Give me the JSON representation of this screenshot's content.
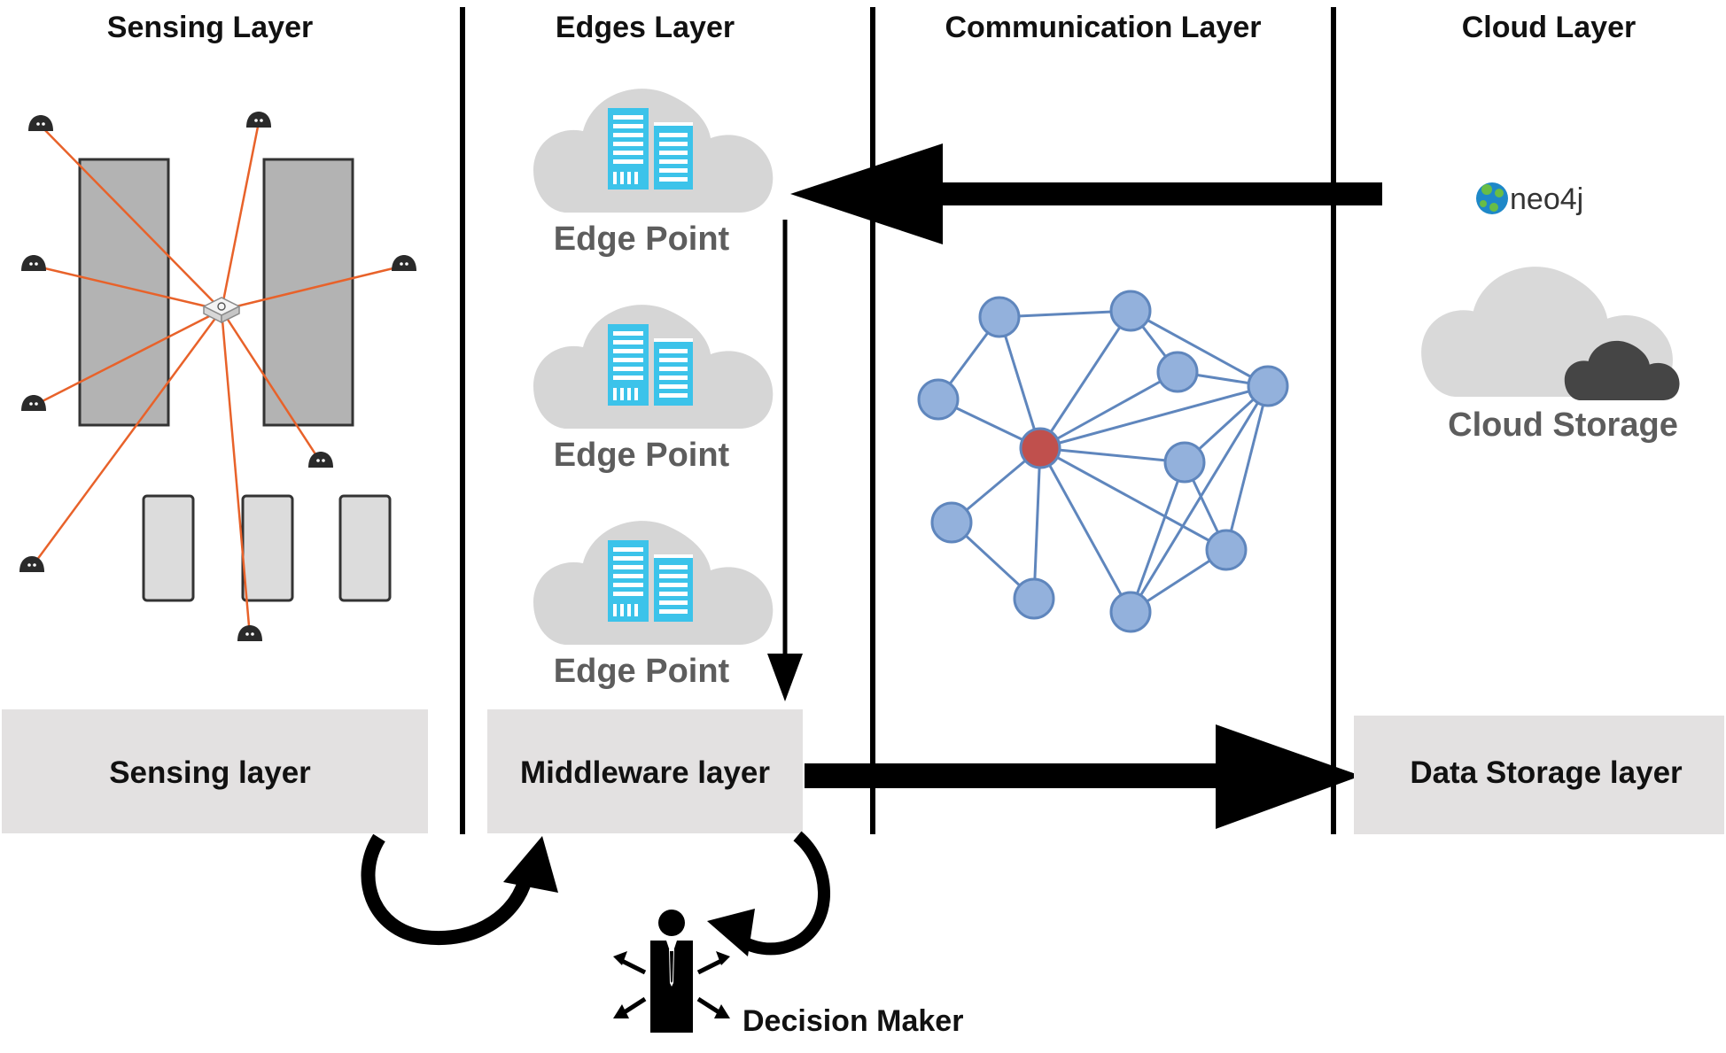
{
  "headers": {
    "sensing": "Sensing Layer",
    "edges": "Edges Layer",
    "communication": "Communication Layer",
    "cloud": "Cloud Layer"
  },
  "boxes": {
    "sensing": "Sensing layer",
    "middleware": "Middleware layer",
    "storage": "Data Storage layer"
  },
  "edge_points": [
    "Edge Point",
    "Edge Point",
    "Edge Point"
  ],
  "cloud_storage_label": "Cloud Storage",
  "neo4j_label": "neo4j",
  "decision_maker_label": "Decision Maker",
  "colors": {
    "sensor_links": "#e8622a",
    "network_node": "#93b1dc",
    "network_node_stroke": "#5f86bd",
    "network_hub": "#c0504d",
    "network_edge": "#5f86bd",
    "cloud": "#d6d6d6",
    "server": "#3cc3ea",
    "box_fill": "#e3e1e1",
    "building": "#b3b3b3"
  },
  "icons": [
    "sensor-icon",
    "gateway-icon",
    "server-icon",
    "cloud-icon",
    "neo4j-logo-icon",
    "person-icon"
  ]
}
